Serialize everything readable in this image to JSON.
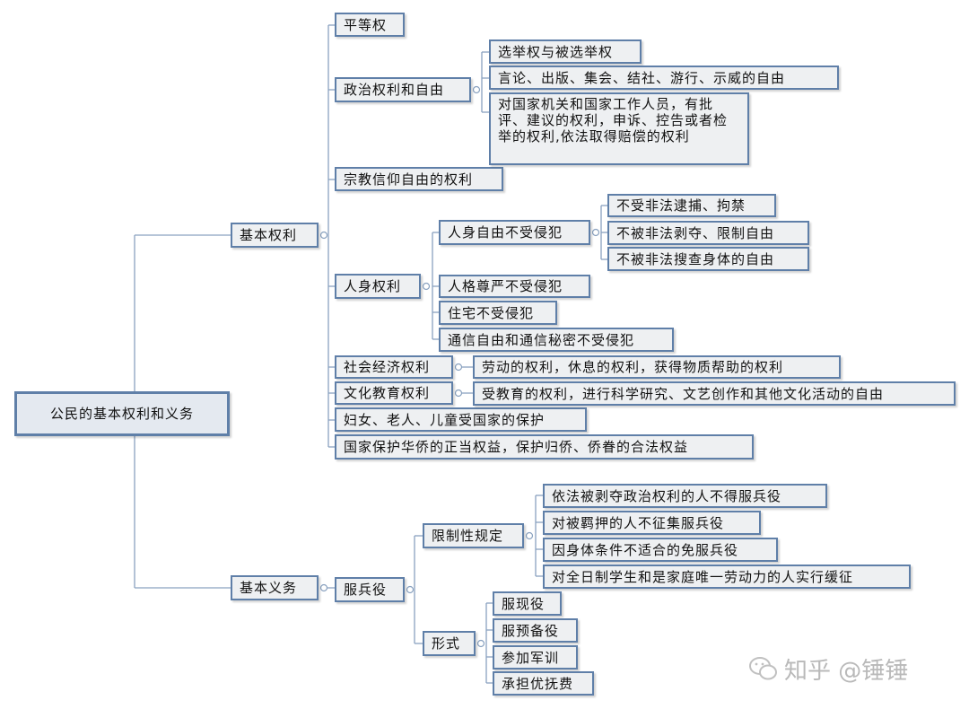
{
  "root": "公民的基本权利和义务",
  "rights": {
    "label": "基本权利",
    "equality": "平等权",
    "political": {
      "label": "政治权利和自由",
      "items": [
        "选举权与被选举权",
        "言论、出版、集会、结社、游行、示威的自由",
        "对国家机关和国家工作人员，有批评、建议的权利，申诉、控告或者检举的权利,依法取得赔偿的权利"
      ]
    },
    "religion": "宗教信仰自由的权利",
    "personal": {
      "label": "人身权利",
      "freedom": {
        "label": "人身自由不受侵犯",
        "items": [
          "不受非法逮捕、拘禁",
          "不被非法剥夺、限制自由",
          "不被非法搜查身体的自由"
        ]
      },
      "others": [
        "人格尊严不受侵犯",
        "住宅不受侵犯",
        "通信自由和通信秘密不受侵犯"
      ]
    },
    "social": {
      "label": "社会经济权利",
      "item": "劳动的权利，休息的权利，获得物质帮助的权利"
    },
    "culture": {
      "label": "文化教育权利",
      "item": "受教育的权利，进行科学研究、文艺创作和其他文化活动的自由"
    },
    "protection": "妇女、老人、儿童受国家的保护",
    "overseas": "国家保护华侨的正当权益，保护归侨、侨眷的合法权益"
  },
  "duties": {
    "label": "基本义务",
    "military": {
      "label": "服兵役",
      "restrictions": {
        "label": "限制性规定",
        "items": [
          "依法被剥夺政治权利的人不得服兵役",
          "对被羁押的人不征集服兵役",
          "因身体条件不适合的免服兵役",
          "对全日制学生和是家庭唯一劳动力的人实行缓征"
        ]
      },
      "forms": {
        "label": "形式",
        "items": [
          "服现役",
          "服预备役",
          "参加军训",
          "承担优抚费"
        ]
      }
    }
  },
  "watermark": "知乎 @锤锤",
  "colors": {
    "border": "#5f7fa8",
    "fill": "#eef0f2",
    "line": "#8aa2c0"
  }
}
